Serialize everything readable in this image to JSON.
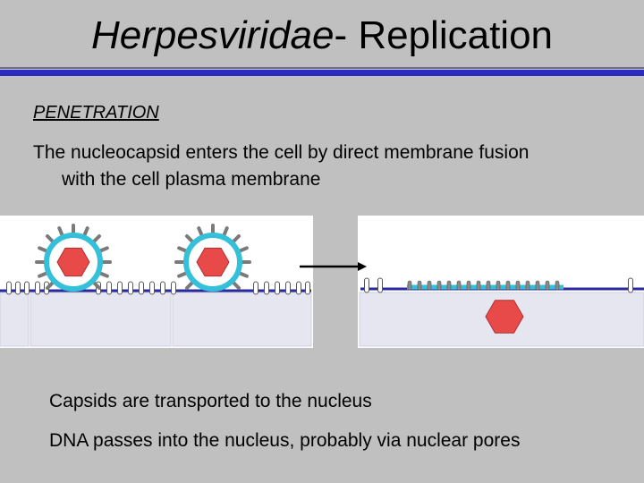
{
  "title": {
    "italic_part": "Herpesviridae",
    "rest": "-  Replication"
  },
  "section_heading": "PENETRATION",
  "paragraph": {
    "line1": "The nucleocapsid enters the cell by direct membrane fusion",
    "line2": "with the cell plasma membrane"
  },
  "bullets": [
    "Capsids are transported to the nucleus",
    "DNA passes into the nucleus, probably via nuclear pores"
  ],
  "colors": {
    "background": "#c0c0c0",
    "title_bar": "#2b2bbf",
    "membrane": "#2a2aa0",
    "envelope": "#33c0d8",
    "capsid": "#e84a4a",
    "cytoplasm": "#e6e6f0"
  },
  "icons": [
    "virion-icon",
    "capsid-icon",
    "arrow-right-icon"
  ]
}
